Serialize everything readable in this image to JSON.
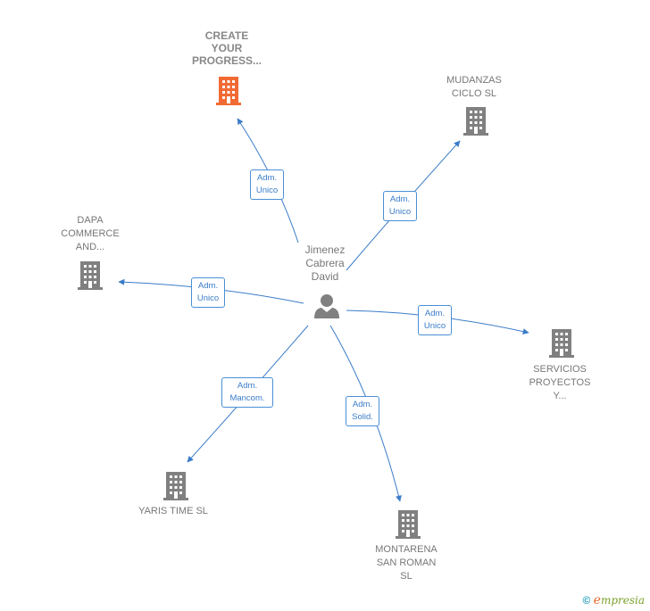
{
  "center": {
    "name": "Jimenez\nCabrera\nDavid"
  },
  "nodes": [
    {
      "id": "create",
      "label": "CREATE\nYOUR\nPROGRESS...",
      "highlight": true,
      "color": "#f26a33"
    },
    {
      "id": "mudanzas",
      "label": "MUDANZAS\nCICLO  SL",
      "highlight": false,
      "color": "#808080"
    },
    {
      "id": "dapa",
      "label": "DAPA\nCOMMERCE\nAND...",
      "highlight": false,
      "color": "#808080"
    },
    {
      "id": "servicios",
      "label": "SERVICIOS\nPROYECTOS\nY...",
      "highlight": false,
      "color": "#808080"
    },
    {
      "id": "yaris",
      "label": "YARIS TIME SL",
      "highlight": false,
      "color": "#808080"
    },
    {
      "id": "montarena",
      "label": "MONTARENA\nSAN ROMAN\nSL",
      "highlight": false,
      "color": "#808080"
    }
  ],
  "edges": [
    {
      "to": "create",
      "label": "Adm.\nUnico"
    },
    {
      "to": "mudanzas",
      "label": "Adm.\nUnico"
    },
    {
      "to": "dapa",
      "label": "Adm.\nUnico"
    },
    {
      "to": "servicios",
      "label": "Adm.\nUnico"
    },
    {
      "to": "yaris",
      "label": "Adm.\nMancom."
    },
    {
      "to": "montarena",
      "label": "Adm.\nSolid."
    }
  ],
  "icons": {
    "company": "building-icon",
    "person": "person-icon"
  },
  "colors": {
    "edge": "#3a7cc8",
    "highlight": "#f26a33",
    "neutral": "#808080"
  },
  "footer": {
    "copyright": "©",
    "brand_e": "e",
    "brand_rest": "mpresia"
  }
}
